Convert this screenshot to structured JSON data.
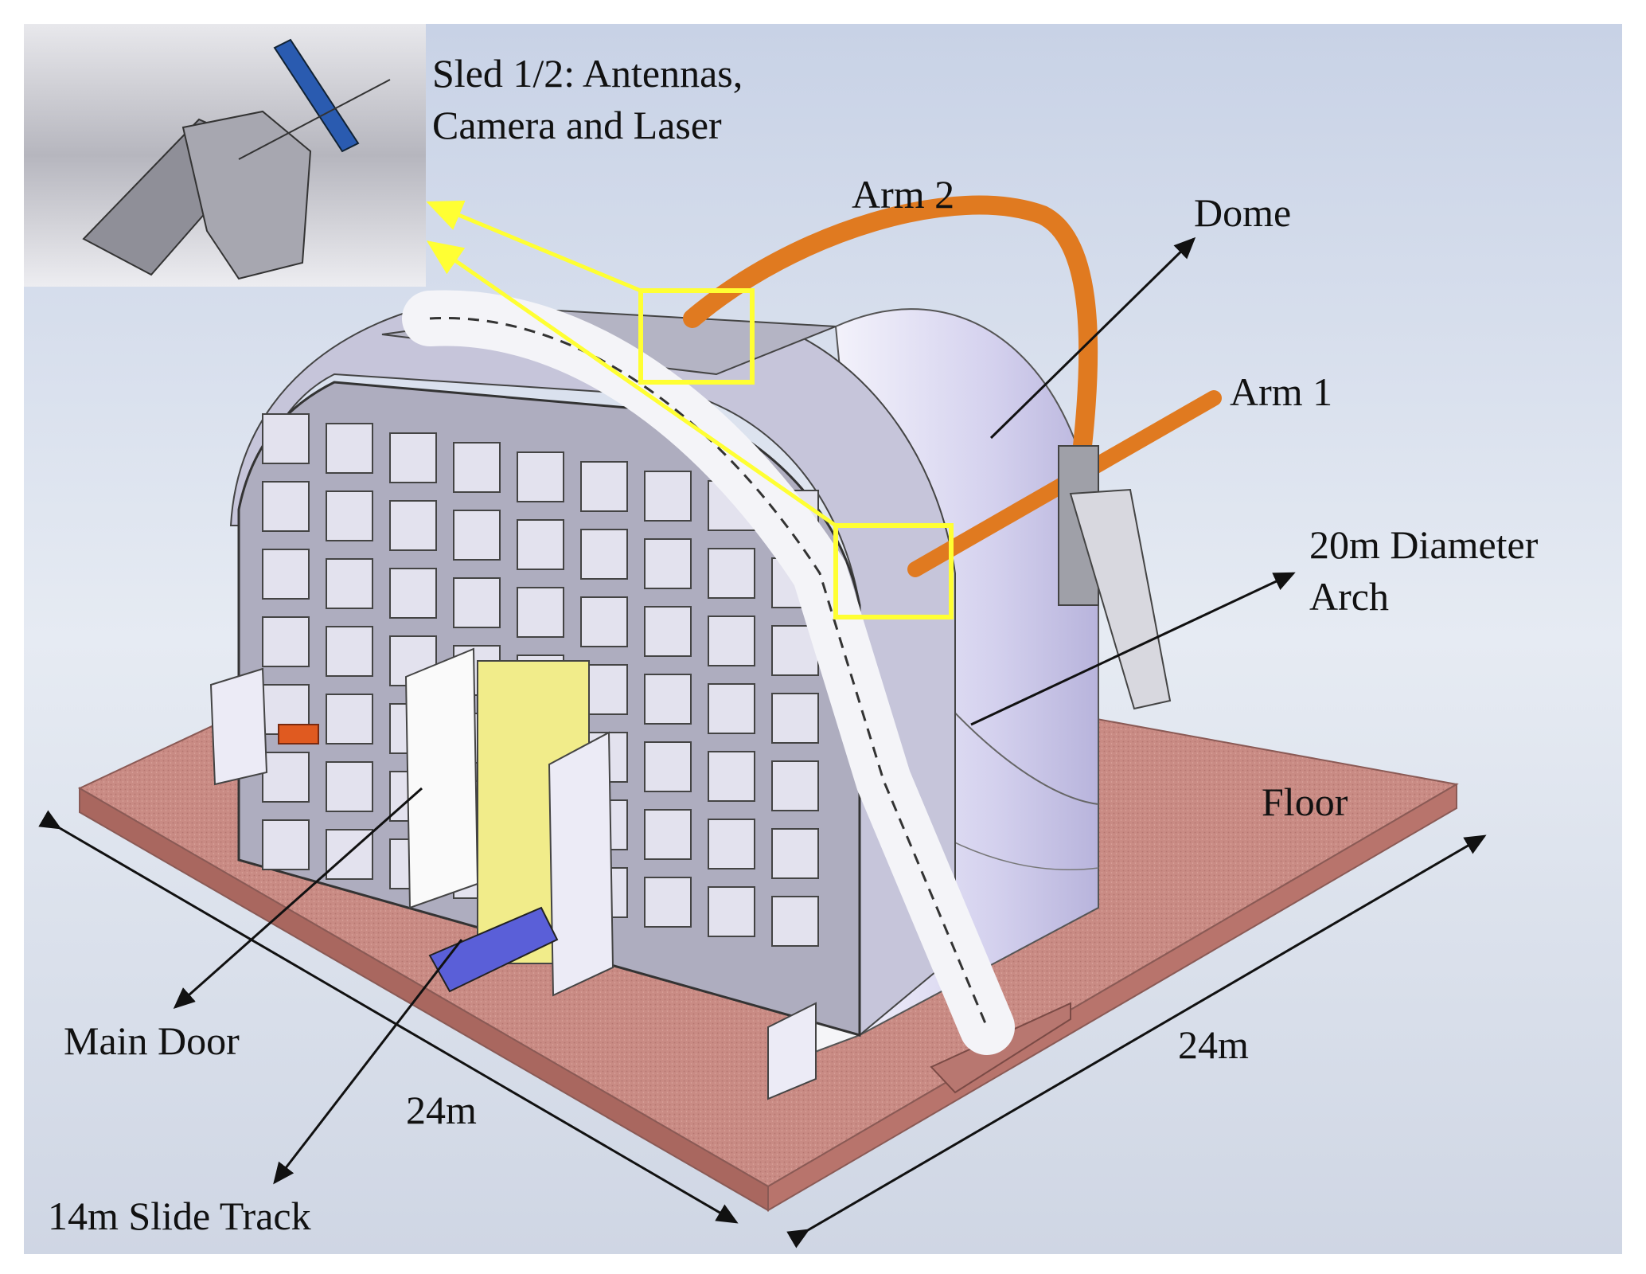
{
  "labels": {
    "sled": [
      "Sled 1/2: Antennas,",
      "Camera and Laser"
    ],
    "arm2": "Arm 2",
    "dome": "Dome",
    "arm1": "Arm 1",
    "arch": [
      "20m Diameter",
      "Arch"
    ],
    "floor": "Floor",
    "main_door": "Main Door",
    "width_left": "24m",
    "width_right": "24m",
    "slide_track": "14m Slide Track"
  },
  "colors": {
    "floor": "#c98b84",
    "arm": "#e07a20",
    "highlight": "#ffff33",
    "frame": "#b9b9c4",
    "dome": "#dcd9f2",
    "track": "#5a5fd8",
    "background": "#dde3ee"
  }
}
